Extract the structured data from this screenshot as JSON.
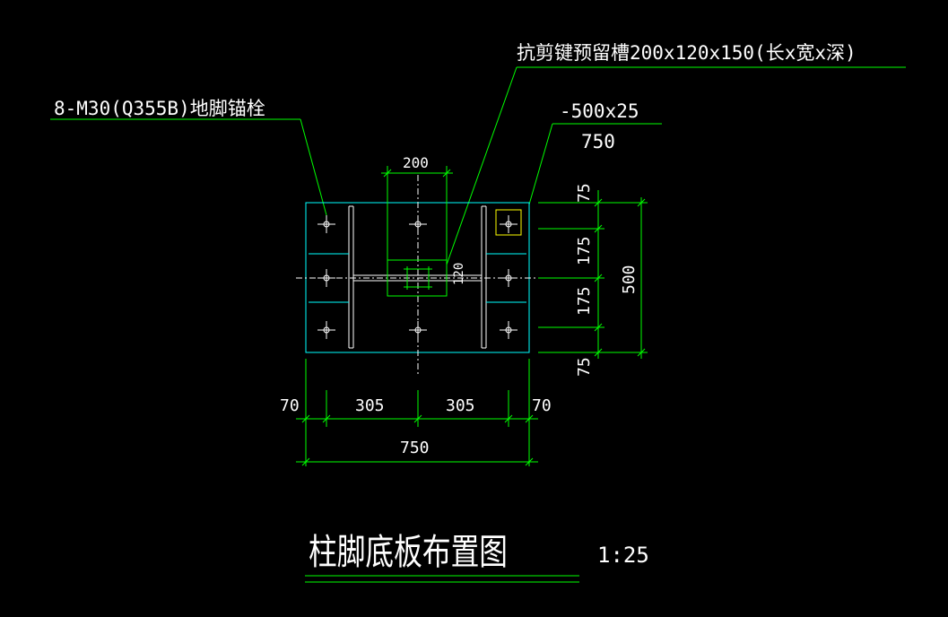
{
  "colors": {
    "background": "#000000",
    "leader": "#00ff00",
    "dimension": "#00ff00",
    "plate": "#00ffff",
    "text": "#ffffff",
    "highlight": "#ffff00"
  },
  "labels": {
    "anchor_bolts": "8-M30(Q355B)地脚锚栓",
    "shear_key_slot": "抗剪键预留槽200x120x150(长x宽x深)",
    "plate_thickness": "-500x25",
    "plate_length": "750"
  },
  "dimensions": {
    "slot_width": "200",
    "slot_height": "120",
    "right_top": "75",
    "right_mid1": "175",
    "right_mid2": "175",
    "right_bottom": "75",
    "right_total": "500",
    "bottom_left": "70",
    "bottom_mid1": "305",
    "bottom_mid2": "305",
    "bottom_right": "70",
    "bottom_total": "750"
  },
  "title": {
    "text": "柱脚底板布置图",
    "scale": "1:25"
  }
}
